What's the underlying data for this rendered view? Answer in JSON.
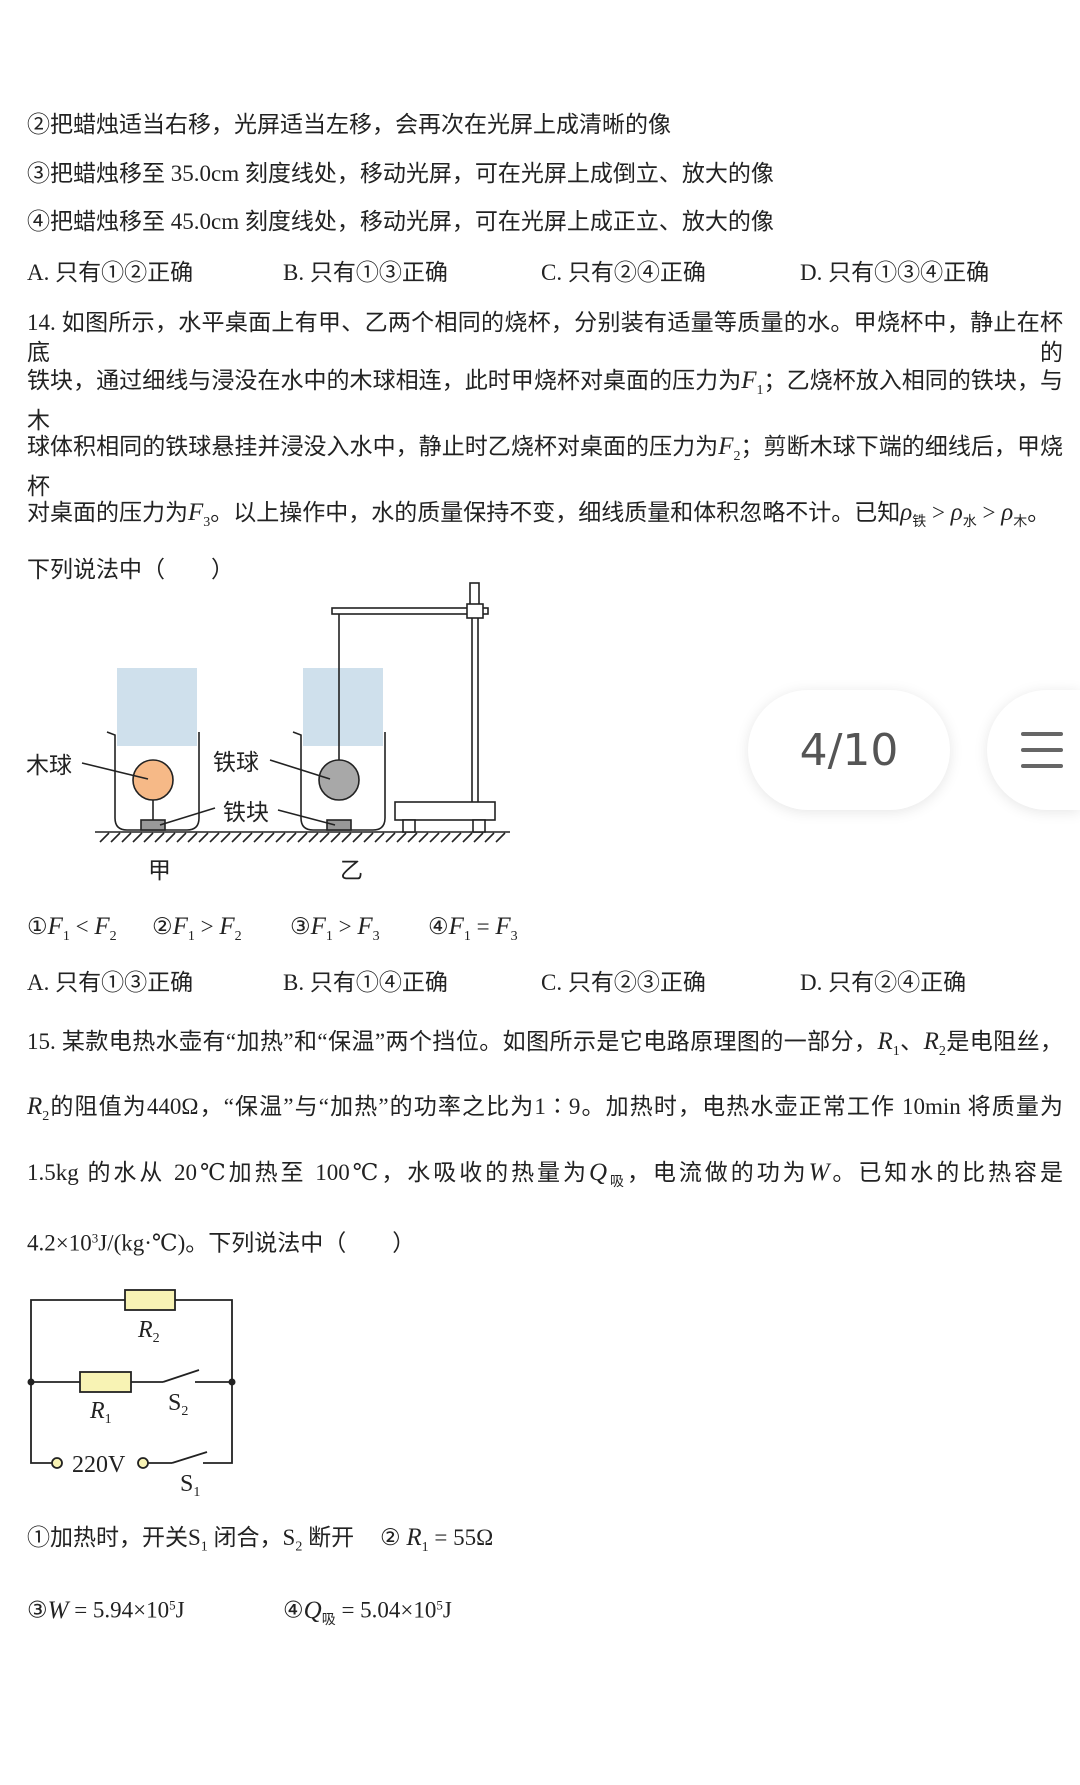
{
  "q13_tail": {
    "lines": [
      [
        "②把蜡烛适当右移，光屏适当左移，会再次在光屏上成清晰的像"
      ],
      [
        "③把蜡烛移至 35.0cm 刻度线处，移动光屏，可在光屏上成倒立、放大的像"
      ],
      [
        "④把蜡烛移至 45.0cm 刻度线处，移动光屏，可在光屏上成正立、放大的像"
      ]
    ],
    "choices": [
      "A. 只有①②正确",
      "B. 只有①③正确",
      "C. 只有②④正确",
      "D. 只有①③④正确"
    ]
  },
  "q14": {
    "lines": [
      [
        "14. 如图所示，水平桌面上有甲、乙两个相同的烧杯，分别装有适量等质量的水。甲烧杯中，静止在杯底的"
      ],
      [
        "铁块，通过细线与浸没在水中的木球相连，此时甲烧杯对桌面的压力为",
        {
          "i": "F",
          "sub": "1"
        },
        "；乙烧杯放入相同的铁块，与木"
      ],
      [
        "球体积相同的铁球悬挂并浸没入水中，静止时乙烧杯对桌面的压力为",
        {
          "i": "F",
          "sub": "2"
        },
        "；剪断木球下端的细线后，甲烧杯"
      ],
      [
        "对桌面的压力为",
        {
          "i": "F",
          "sub": "3"
        },
        "。以上操作中，水的质量保持不变，细线质量和体积忽略不计。已知",
        {
          "i": "ρ",
          "sub": "铁"
        },
        " > ",
        {
          "i": "ρ",
          "sub": "水"
        },
        " > ",
        {
          "i": "ρ",
          "sub": "木"
        },
        "。"
      ],
      [
        "下列说法中（　　）"
      ]
    ],
    "figure": {
      "wood_ball": "木球",
      "iron_ball": "铁球",
      "iron_block": "铁块",
      "beaker_a": "甲",
      "beaker_b": "乙",
      "wood_color": "#f6b987",
      "iron_color": "#9a9a9a",
      "water_color": "#b9d3e6"
    },
    "statements": [
      [
        "①",
        {
          "i": "F",
          "sub": "1"
        },
        " < ",
        {
          "i": "F",
          "sub": "2"
        }
      ],
      [
        "②",
        {
          "i": "F",
          "sub": "1"
        },
        " > ",
        {
          "i": "F",
          "sub": "2"
        }
      ],
      [
        "③",
        {
          "i": "F",
          "sub": "1"
        },
        " > ",
        {
          "i": "F",
          "sub": "3"
        }
      ],
      [
        "④",
        {
          "i": "F",
          "sub": "1"
        },
        " = ",
        {
          "i": "F",
          "sub": "3"
        }
      ]
    ],
    "choices": [
      "A. 只有①③正确",
      "B. 只有①④正确",
      "C. 只有②③正确",
      "D. 只有②④正确"
    ]
  },
  "q15": {
    "lines": [
      [
        "15. 某款电热水壶有“加热”和“保温”两个挡位。如图所示是它电路原理图的一部分，",
        {
          "i": "R",
          "sub": "1"
        },
        "、",
        {
          "i": "R",
          "sub": "2"
        },
        "是电阻丝，"
      ],
      [
        {
          "i": "R",
          "sub": "2"
        },
        "的阻值为440Ω，“保温”与“加热”的功率之比为1∶9。加热时，电热水壶正常工作 10min 将质量为"
      ],
      [
        "1.5kg 的水从 20℃加热至 100℃，水吸收的热量为",
        {
          "i": "Q",
          "sub": "吸"
        },
        "，电流做的功为",
        {
          "i": "W",
          "sub": ""
        },
        "。已知水的比热容是"
      ],
      [
        "4.2×10",
        {
          "sup": "3"
        },
        "J/(kg·℃)。下列说法中（　　）"
      ]
    ],
    "circuit": {
      "r2": "R",
      "r2_sub": "2",
      "r1": "R",
      "r1_sub": "1",
      "s2": "S",
      "s2_sub": "2",
      "s1": "S",
      "s1_sub": "1",
      "voltage": "220V",
      "resistor_color": "#f8f3b4"
    },
    "statements": [
      [
        "①加热时，开关S",
        {
          "sup_sub": "1"
        },
        " 闭合，S",
        {
          "sup_sub": "2"
        },
        " 断开"
      ],
      [
        "② ",
        {
          "i": "R",
          "sub": "1"
        },
        " = 55Ω"
      ],
      [
        "③",
        {
          "i": "W",
          "sub": ""
        },
        " = 5.94×10",
        {
          "sup": "5"
        },
        "J"
      ],
      [
        "④",
        {
          "i": "Q",
          "sub": "吸"
        },
        " = 5.04×10",
        {
          "sup": "5"
        },
        "J"
      ]
    ]
  },
  "pager": {
    "label": "4/10",
    "menu_icon": "hamburger-menu-icon"
  }
}
